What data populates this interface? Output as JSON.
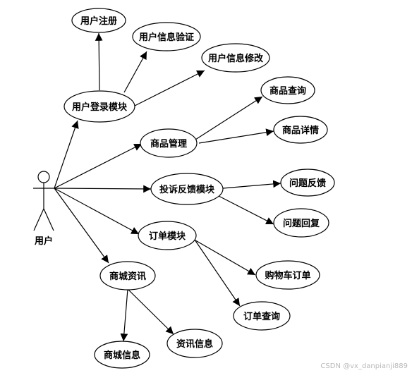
{
  "actor": {
    "label": "用户"
  },
  "nodes": {
    "register": "用户注册",
    "verify": "用户信息验证",
    "modify": "用户信息修改",
    "login": "用户登录模块",
    "goodsManage": "商品管理",
    "goodsQuery": "商品查询",
    "goodsDetail": "商品详情",
    "complaint": "投诉反馈模块",
    "issueFeedback": "问题反馈",
    "issueReply": "问题回复",
    "order": "订单模块",
    "cartOrder": "购物车订单",
    "orderQuery": "订单查询",
    "news": "商城资讯",
    "mallInfo": "商城信息",
    "newsInfo": "资讯信息"
  },
  "watermark": "CSDN @vx_danpianji889"
}
